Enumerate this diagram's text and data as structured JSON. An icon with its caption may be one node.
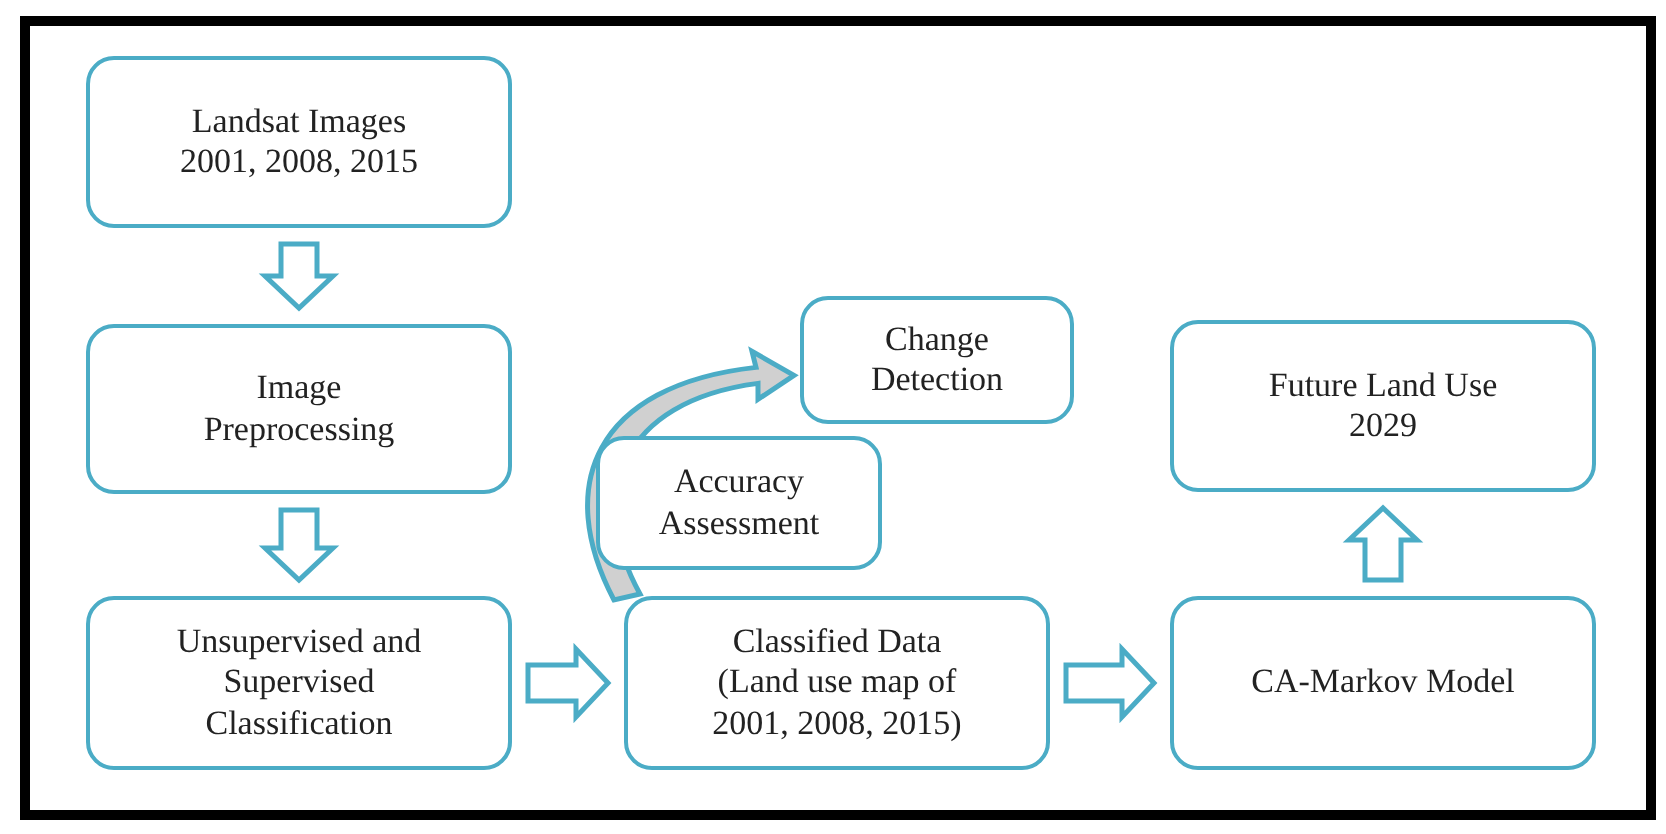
{
  "diagram": {
    "nodes": [
      {
        "text": [
          "Landsat Images 2001, 2008, 2015"
        ]
      },
      {
        "text": [
          "Image Preprocessing"
        ]
      },
      {
        "text": [
          "Unsupervised and Supervised Classification"
        ]
      },
      {
        "text": [
          "Change Detection"
        ]
      },
      {
        "text": [
          "Accuracy Assessment"
        ]
      },
      {
        "text": [
          "Future Land Use 2029"
        ]
      },
      {
        "text": [
          "Classified Data (Land use map of 2001, 2008, 2015)"
        ]
      },
      {
        "text": [
          "CA-Markov Model"
        ]
      }
    ],
    "edges": [
      {
        "from": 0,
        "to": 1,
        "arrow": "to"
      },
      {
        "from": 1,
        "to": 2,
        "arrow": "to"
      },
      {
        "from": 2,
        "to": 6,
        "arrow": "to"
      },
      {
        "from": 6,
        "to": 3,
        "arrow": "to"
      },
      {
        "from": 6,
        "to": 7,
        "arrow": "to"
      },
      {
        "from": 7,
        "to": 5,
        "arrow": "to"
      }
    ]
  }
}
